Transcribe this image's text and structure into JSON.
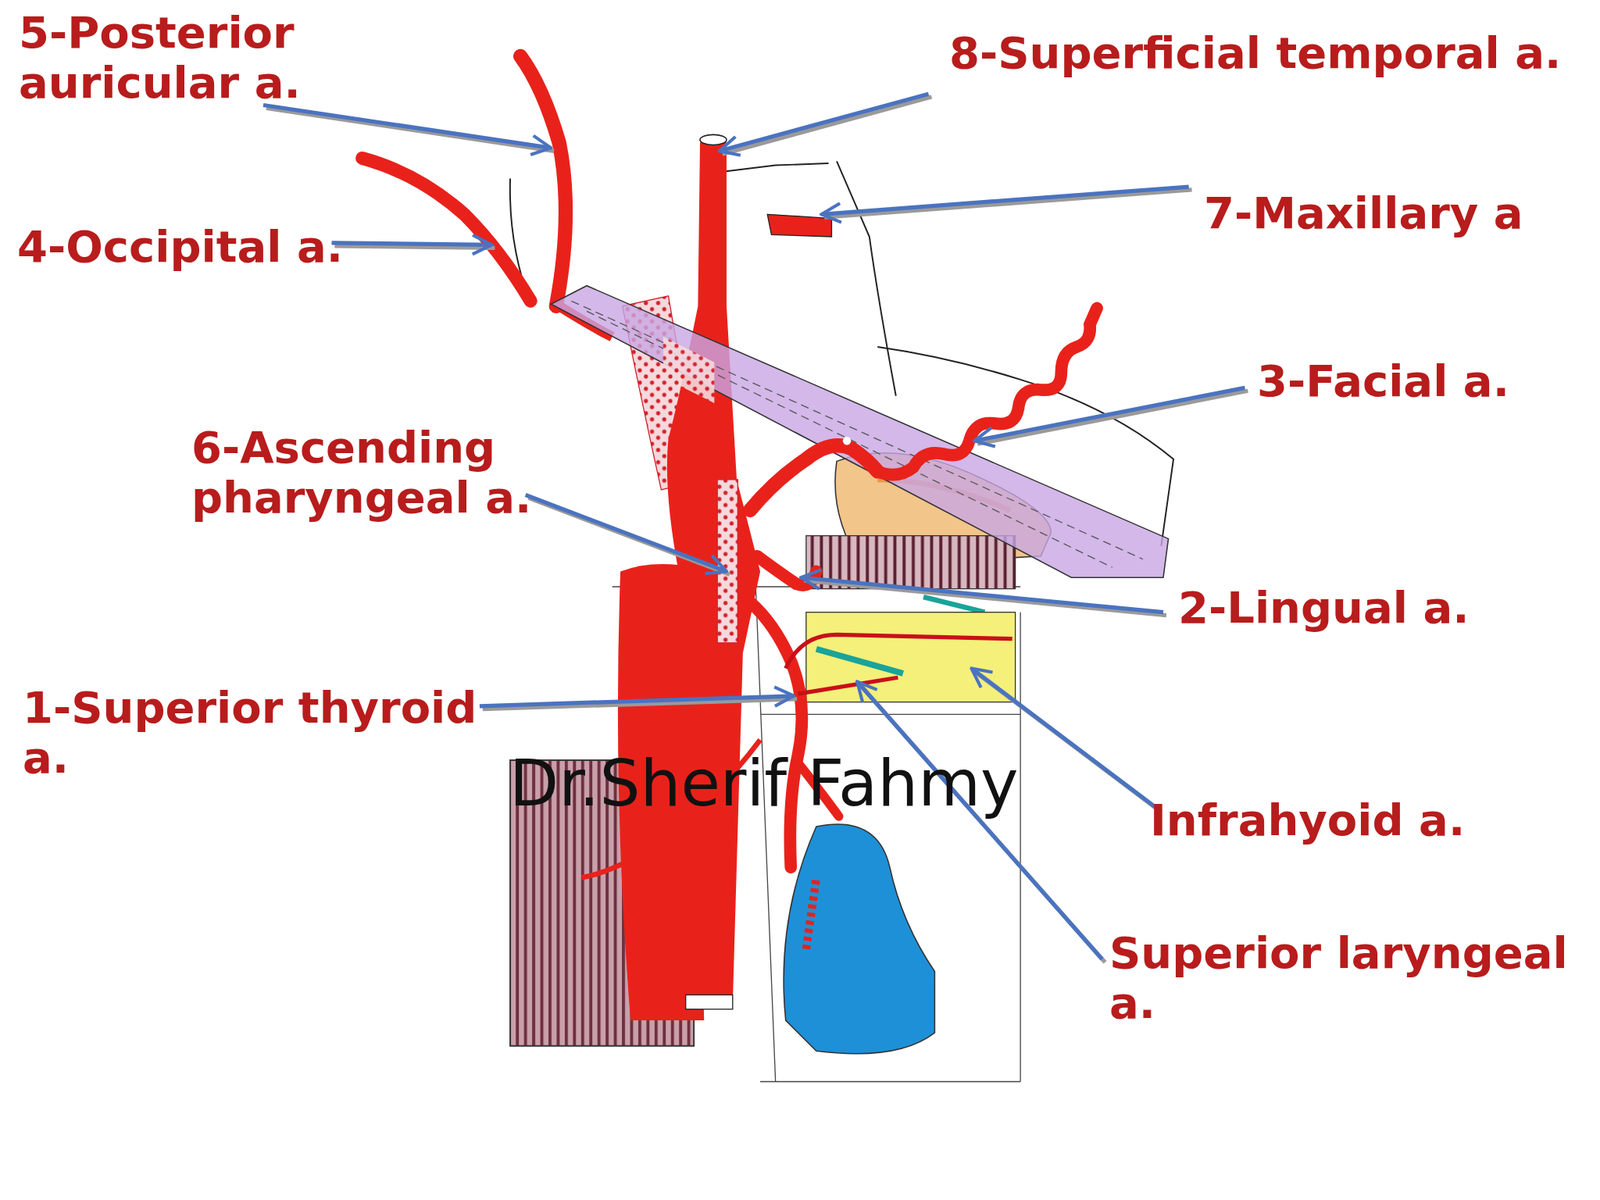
{
  "diagram": {
    "labels": [
      "5-Posterior auricular a.",
      "8-Superficial temporal a.",
      "7-Maxillary a",
      "4-Occipital a.",
      "3-Facial a.",
      "6-Ascending pharyngeal a.",
      "2-Lingual a.",
      "1-Superior thyroid a.",
      "Infrahyoid a.",
      "Superior laryngeal a.",
      "Dr.Sherif Fahmy"
    ]
  }
}
